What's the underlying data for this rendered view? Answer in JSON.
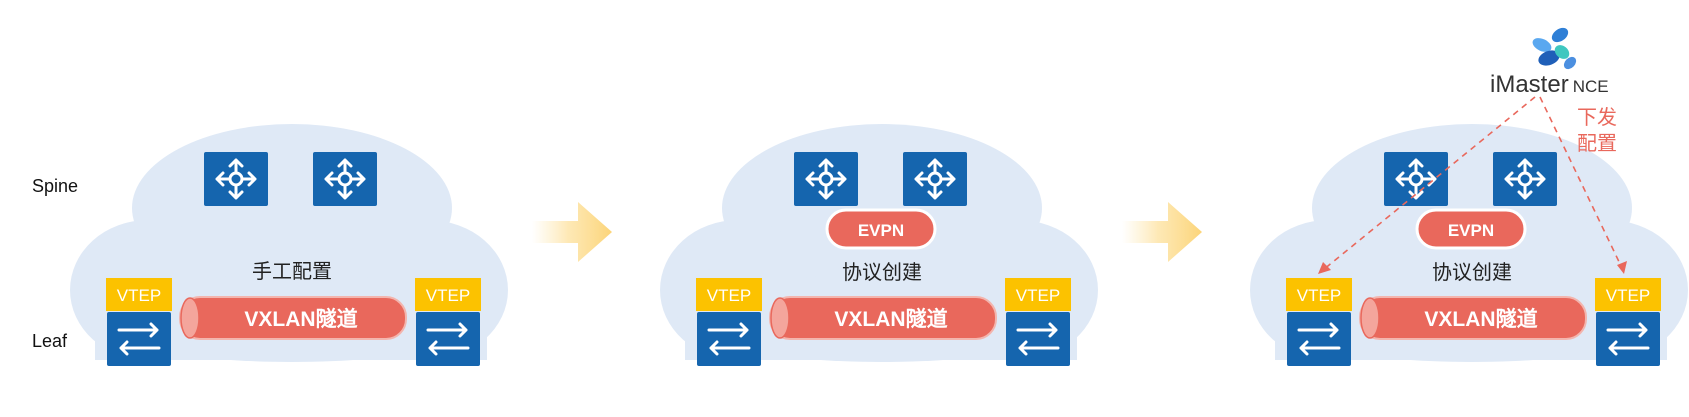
{
  "layers": {
    "spine": "Spine",
    "leaf": "Leaf"
  },
  "panels": [
    {
      "caption": "手工配置",
      "tunnel_label": "VXLAN隧道",
      "vtep_left": "VTEP",
      "vtep_right": "VTEP",
      "evpn": ""
    },
    {
      "caption": "协议创建",
      "tunnel_label": "VXLAN隧道",
      "vtep_left": "VTEP",
      "vtep_right": "VTEP",
      "evpn": "EVPN"
    },
    {
      "caption": "协议创建",
      "tunnel_label": "VXLAN隧道",
      "vtep_left": "VTEP",
      "vtep_right": "VTEP",
      "evpn": "EVPN"
    }
  ],
  "controller": {
    "name": "iMaster",
    "suffix": "NCE",
    "action_line1": "下发",
    "action_line2": "配置",
    "icon": "imaster-nce-logo-icon"
  },
  "icons": {
    "spine": "spine-router-icon",
    "leaf": "leaf-switch-icon",
    "arrow": "transition-arrow-icon"
  },
  "colors": {
    "cloud": "#dfe9f6",
    "switch": "#1565ae",
    "vtep": "#fcc200",
    "accent": "#e9685c"
  }
}
